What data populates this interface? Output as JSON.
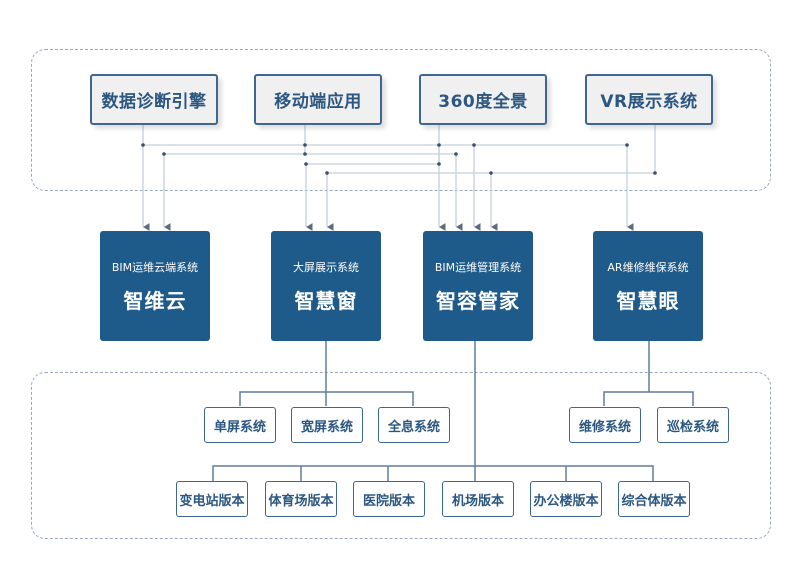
{
  "top_layer": {
    "items": [
      {
        "label": "数据诊断引擎"
      },
      {
        "label": "移动端应用"
      },
      {
        "label": "360度全景"
      },
      {
        "label": "VR展示系统"
      }
    ]
  },
  "core_systems": [
    {
      "subtitle": "BIM运维云端系统",
      "title": "智维云"
    },
    {
      "subtitle": "大屏展示系统",
      "title": "智慧窗"
    },
    {
      "subtitle": "BIM运维管理系统",
      "title": "智容管家"
    },
    {
      "subtitle": "AR维修维保系统",
      "title": "智慧眼"
    }
  ],
  "display_systems": [
    {
      "label": "单屏系统"
    },
    {
      "label": "宽屏系统"
    },
    {
      "label": "全息系统"
    }
  ],
  "maintenance_systems": [
    {
      "label": "维修系统"
    },
    {
      "label": "巡检系统"
    }
  ],
  "industry_versions": [
    {
      "label": "变电站版本"
    },
    {
      "label": "体育场版本"
    },
    {
      "label": "医院版本"
    },
    {
      "label": "机场版本"
    },
    {
      "label": "办公楼版本"
    },
    {
      "label": "综合体版本"
    }
  ],
  "colors": {
    "primary": "#1e5a8a",
    "border": "#3d6690",
    "text": "#2c5781",
    "connector": "#c5cfdc",
    "tree_line": "#5f7d9c",
    "dashed_group": "#9aa7b8"
  }
}
